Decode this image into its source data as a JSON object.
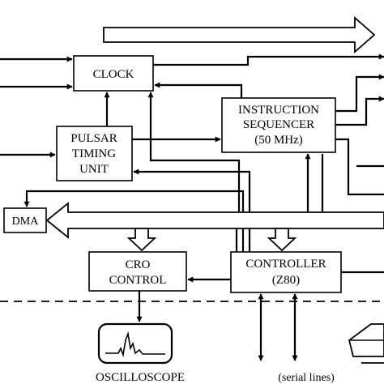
{
  "blocks": {
    "clock": "CLOCK",
    "instruction_sequencer": [
      "INSTRUCTION",
      "SEQUENCER",
      "(50 MHz)"
    ],
    "pulsar_timing_unit": [
      "PULSAR",
      "TIMING",
      "UNIT"
    ],
    "dma": "DMA",
    "cro_control": [
      "CRO",
      "CONTROL"
    ],
    "controller": [
      "CONTROLLER",
      "(Z80)"
    ]
  },
  "labels": {
    "oscilloscope": "OSCILLOSCOPE",
    "serial_lines": "(serial lines)"
  },
  "icons": {
    "oscilloscope": "oscilloscope-icon",
    "terminal": "terminal-icon"
  },
  "colors": {
    "ink": "#000000",
    "background": "#ffffff"
  }
}
